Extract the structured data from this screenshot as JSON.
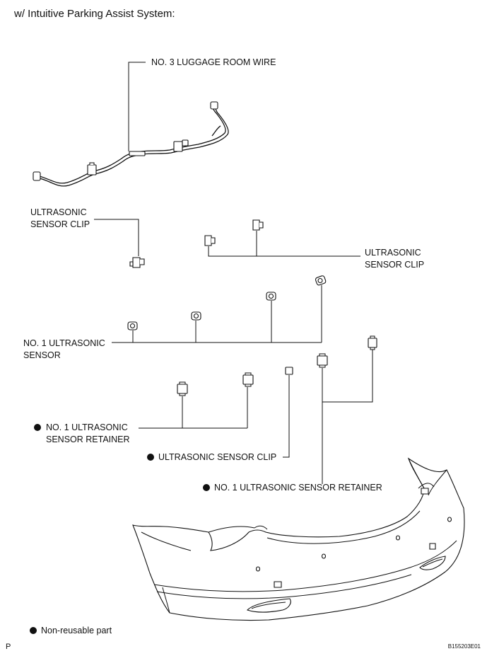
{
  "header": {
    "title": "w/ Intuitive Parking Assist System:"
  },
  "labels": {
    "luggage_wire": "NO. 3 LUGGAGE ROOM WIRE",
    "clip_left": [
      "ULTRASONIC",
      "SENSOR CLIP"
    ],
    "clip_right": [
      "ULTRASONIC",
      "SENSOR CLIP"
    ],
    "sensor": [
      "NO. 1 ULTRASONIC",
      "SENSOR"
    ],
    "retainer_left": [
      "NO. 1 ULTRASONIC",
      "SENSOR RETAINER"
    ],
    "clip_center": "ULTRASONIC SENSOR CLIP",
    "retainer_right": "NO. 1 ULTRASONIC SENSOR RETAINER"
  },
  "legend": {
    "non_reusable": "Non-reusable part"
  },
  "footer": {
    "page_marker": "P",
    "figure_id": "B155203E01"
  },
  "icons": {
    "non_reusable_marker": "filled-circle-icon"
  }
}
